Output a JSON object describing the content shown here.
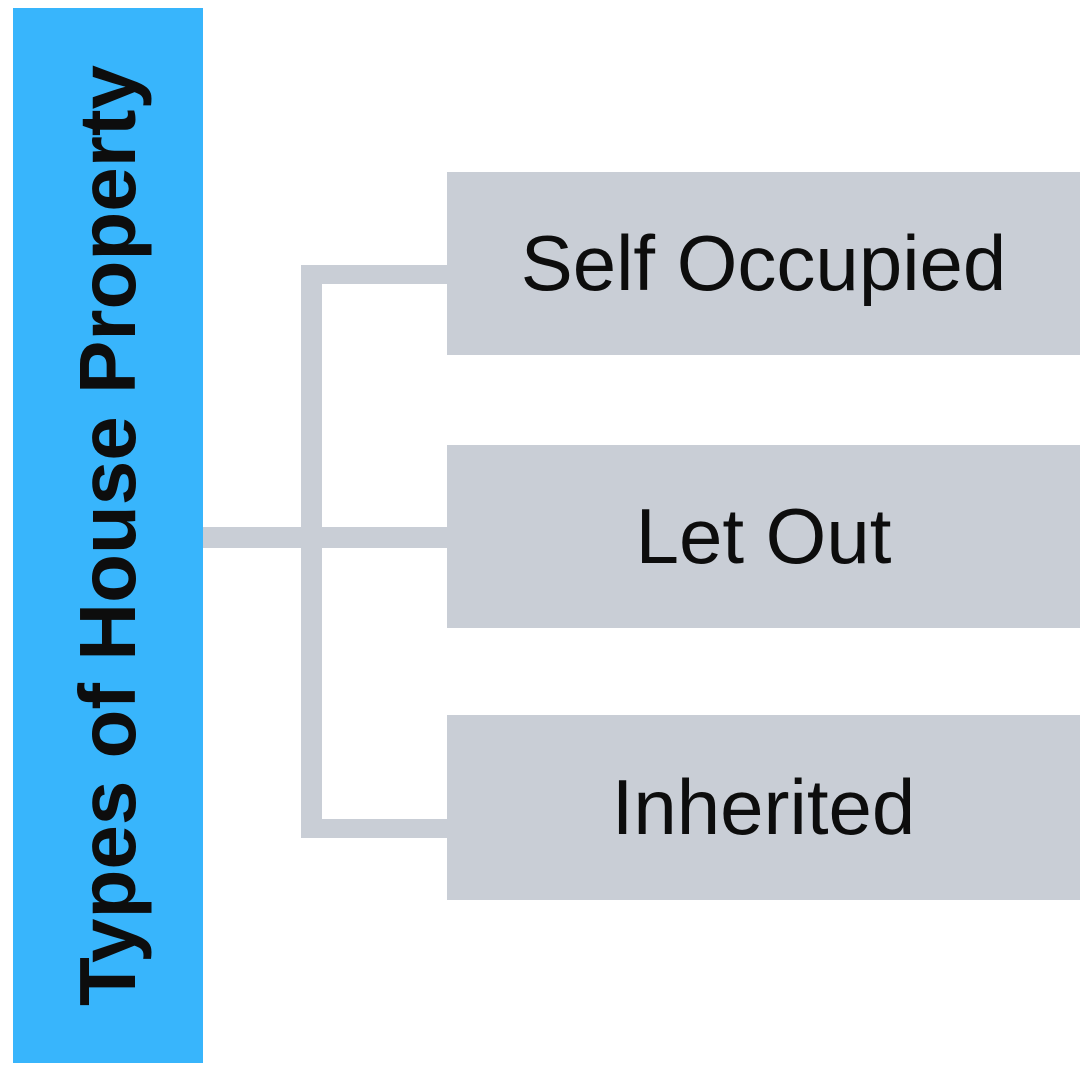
{
  "palette": {
    "accent": "#38b5fc",
    "node_fill": "#c9ced6",
    "connector": "#c9ced6",
    "text": "#0d0d0d",
    "background": "#ffffff"
  },
  "diagram": {
    "title": "Types of House Property",
    "nodes": [
      {
        "label": "Self Occupied"
      },
      {
        "label": "Let Out"
      },
      {
        "label": "Inherited"
      }
    ]
  }
}
